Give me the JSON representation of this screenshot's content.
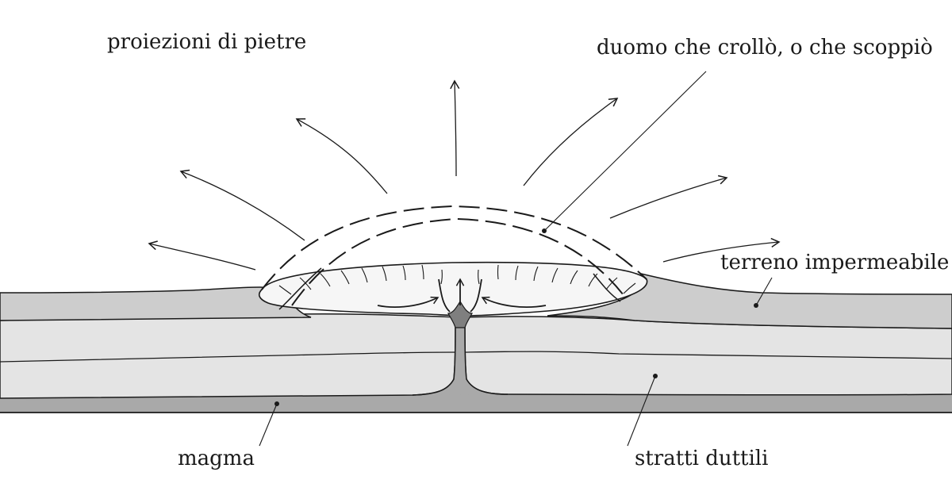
{
  "labels": {
    "projections": "proiezioni di pietre",
    "dome": "duomo che crollò, o che scoppiò",
    "impermeable_ground": "terreno impermeabile",
    "magma": "magma",
    "ductile_layers": "stratti duttili"
  },
  "colors": {
    "outline": "#1a1a1a",
    "impermeable_layer": "#cdcdcd",
    "ductile_layer": "#e4e4e4",
    "magma": "#a9a9a9",
    "dome_fill": "#f6f6f6",
    "background": "#ffffff"
  }
}
